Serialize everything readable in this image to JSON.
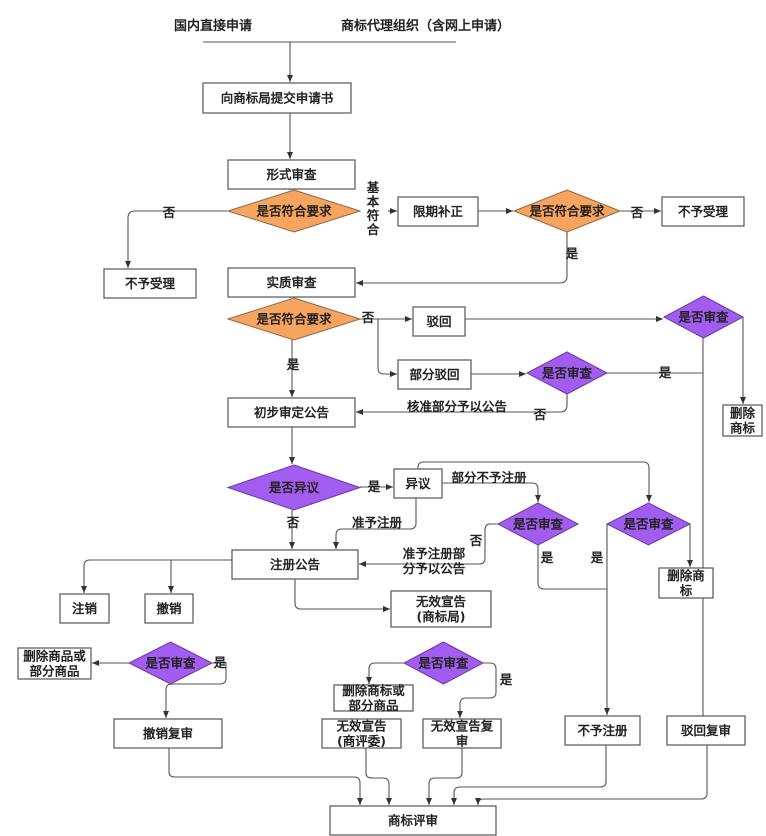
{
  "title": "商标注册流程图",
  "colors": {
    "decision_primary": "#f7a55e",
    "decision_review": "#a35cf0",
    "line": "#555555"
  },
  "sources": {
    "left": "国内直接申请",
    "right": "商标代理组织（含网上申请）"
  },
  "nodes": {
    "submit": [
      "向商标局提交申请书"
    ],
    "formal_review": [
      "形式审查"
    ],
    "d_formal": [
      "是否符合要求"
    ],
    "reject1": [
      "不予受理"
    ],
    "correction": [
      "限期补正"
    ],
    "d_correction": [
      "是否符合要求"
    ],
    "reject2": [
      "不予受理"
    ],
    "substantive": [
      "实质审查"
    ],
    "d_substantive": [
      "是否符合要求"
    ],
    "rejected": [
      "驳回"
    ],
    "partial_reject": [
      "部分驳回"
    ],
    "d_review_partial": [
      "是否审查"
    ],
    "d_review_reject": [
      "是否审查"
    ],
    "delete_mark1": [
      "删除",
      "商标"
    ],
    "prelim": [
      "初步审定公告"
    ],
    "d_objection": [
      "是否异议"
    ],
    "objection": [
      "异议"
    ],
    "d_review_obj1": [
      "是否审查"
    ],
    "d_review_obj2": [
      "是否审查"
    ],
    "delete_mark2": [
      "删除商",
      "标"
    ],
    "registration": [
      "注册公告"
    ],
    "cancel": [
      "注销"
    ],
    "revoke": [
      "撤销"
    ],
    "invalid_office": [
      "无效宣告",
      "(商标局)"
    ],
    "d_review_revoke": [
      "是否审查"
    ],
    "delete_goods": [
      "删除商品或",
      "部分商品"
    ],
    "revoke_review": [
      "撤销复审"
    ],
    "d_review_invalid": [
      "是否审查"
    ],
    "delete_mark_goods": [
      "删除商标或",
      "部分商品"
    ],
    "invalid_board": [
      "无效宣告",
      "(商评委)"
    ],
    "invalid_review": [
      "无效宣告复",
      "审"
    ],
    "refuse_reg": [
      "不予注册"
    ],
    "reject_review": [
      "驳回复审"
    ],
    "tm_review": [
      "商标评审"
    ]
  },
  "edge_labels": {
    "no": "否",
    "yes": "是",
    "basic_ok": [
      "基",
      "本",
      "符",
      "合"
    ],
    "approve_partial": "核准部分予以公告",
    "partial_refuse": "部分不予注册",
    "approve_reg": "准予注册",
    "approve_partial_reg": [
      "准予注册部",
      "分予以公告"
    ]
  }
}
